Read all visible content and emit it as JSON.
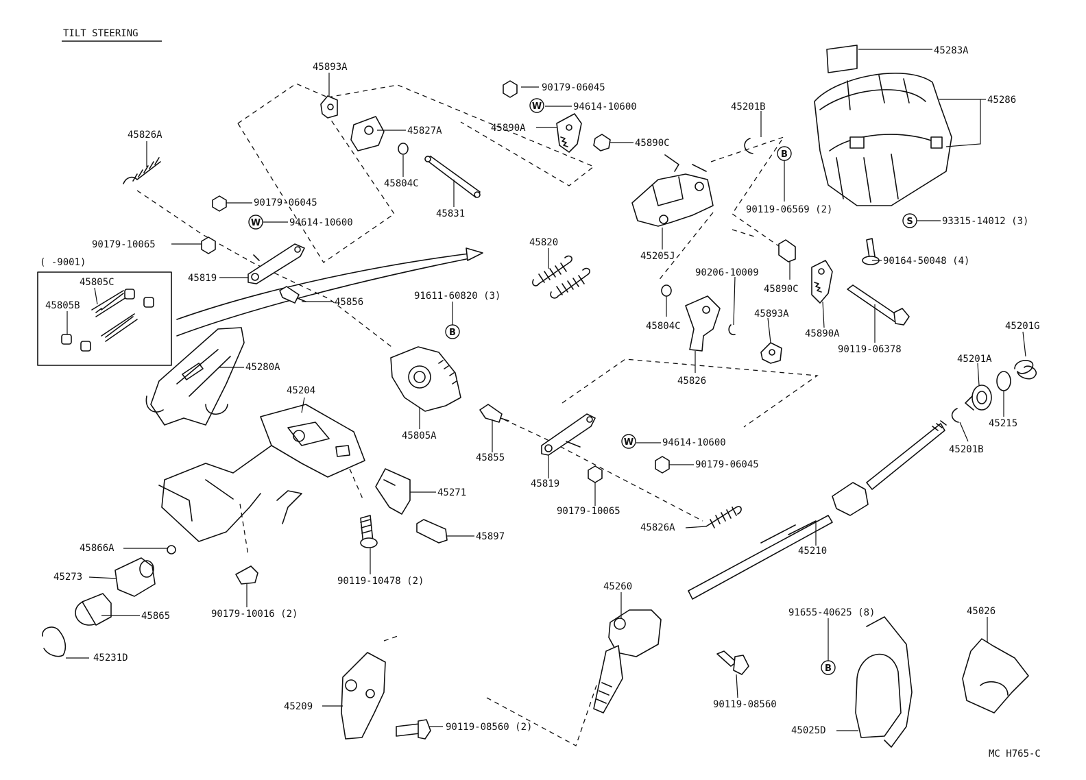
{
  "title": "TILT STEERING",
  "footer_code": "MC  H765-C",
  "inset_label": "(     -9001)",
  "labels": {
    "p45283A": "45283A",
    "p45286": "45286",
    "p45893A_top": "45893A",
    "p45827A": "45827A",
    "p90179_06045_a": "90179-06045",
    "p94614_10600_a": "94614-10600",
    "p45890A_a": "45890A",
    "p45890C_a": "45890C",
    "p45201B_a": "45201B",
    "p90119_06569": "90119-06569 (2)",
    "p45826A_a": "45826A",
    "p45804C_a": "45804C",
    "p45831": "45831",
    "p90179_06045_b": "90179-06045",
    "p94614_10600_b": "94614-10600",
    "p93315_14012": "93315-14012 (3)",
    "p90179_10065_a": "90179-10065",
    "p45819_a": "45819",
    "p45820": "45820",
    "p45205J": "45205J",
    "p90164_50048": "90164-50048 (4)",
    "p45805C": "45805C",
    "p45805B": "45805B",
    "p45856": "45856",
    "p91611_60820": "91611-60820 (3)",
    "p90206_10009": "90206-10009",
    "p45890C_b": "45890C",
    "p45804C_b": "45804C",
    "p45893A_b": "45893A",
    "p45890A_b": "45890A",
    "p90119_06378": "90119-06378",
    "p45201G": "45201G",
    "p45280A": "45280A",
    "p45826": "45826",
    "p45201A": "45201A",
    "p45204": "45204",
    "p45805A": "45805A",
    "p45215": "45215",
    "p45855": "45855",
    "p94614_10600_c": "94614-10600",
    "p45201B_b": "45201B",
    "p90179_06045_c": "90179-06045",
    "p45819_b": "45819",
    "p45271": "45271",
    "p90179_10065_b": "90179-10065",
    "p45826A_b": "45826A",
    "p45897": "45897",
    "p45866A": "45866A",
    "p45210": "45210",
    "p45273": "45273",
    "p90119_10478": "90119-10478 (2)",
    "p45260": "45260",
    "p45865": "45865",
    "p90179_10016": "90179-10016 (2)",
    "p91655_40625": "91655-40625 (8)",
    "p45026": "45026",
    "p45231D": "45231D",
    "p45209": "45209",
    "p90119_08560_a": "90119-08560",
    "p90119_08560_b": "90119-08560 (2)",
    "p45025D": "45025D"
  },
  "symbols": {
    "w": "W",
    "b": "B",
    "s": "S"
  }
}
